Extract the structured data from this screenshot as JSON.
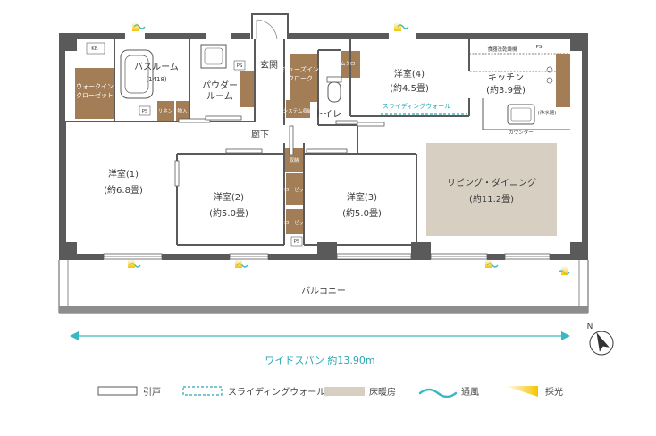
{
  "rooms": {
    "bathroom": {
      "name": "バスルーム",
      "size": "(1418)"
    },
    "powder": {
      "line1": "パウダー",
      "line2": "ルーム"
    },
    "walkin": {
      "line1": "ウォークイン",
      "line2": "クローゼット"
    },
    "entrance": {
      "name": "玄関"
    },
    "shoes": {
      "line1": "シューズイン",
      "line2": "クローク"
    },
    "toilet": {
      "name": "トイレ"
    },
    "corridor": {
      "name": "廊下"
    },
    "room1": {
      "name": "洋室(1)",
      "size": "(約6.8畳)"
    },
    "room2": {
      "name": "洋室(2)",
      "size": "(約5.0畳)"
    },
    "room3": {
      "name": "洋室(3)",
      "size": "(約5.0畳)"
    },
    "room4": {
      "name": "洋室(4)",
      "size": "(約4.5畳)"
    },
    "kitchen": {
      "name": "キッチン",
      "size": "(約3.9畳)"
    },
    "living": {
      "name": "リビング・ダイニング",
      "size": "(約11.2畳)"
    },
    "balcony": {
      "name": "バルコニー"
    }
  },
  "fixtures": {
    "kb": "KB",
    "ps": "PS",
    "linen": "リネン",
    "system_closet": "システムクローゼット",
    "system_storage": "システム収納",
    "system_storage_short": "収納",
    "closet": "クローゼット",
    "dishwasher": "食器洗乾燥機",
    "water_purifier": "(浄水器)",
    "counter": "カウンター",
    "sliding_wall": "スライディングウォール",
    "utility": "物入"
  },
  "span": {
    "label": "ワイドスパン 約13.90m"
  },
  "compass": {
    "north": "N"
  },
  "legend": [
    {
      "icon": "sliding-door",
      "label": "引戸"
    },
    {
      "icon": "sliding-wall",
      "label": "スライディングウォール"
    },
    {
      "icon": "floor-heating",
      "label": "床暖房"
    },
    {
      "icon": "ventilation",
      "label": "通風"
    },
    {
      "icon": "daylight",
      "label": "採光"
    }
  ],
  "colors": {
    "wall": "#5a5a5a",
    "floor_heating": "#d8cfc3",
    "storage": "#a27d56",
    "sliding_wall": "#2aa7b2",
    "ventilation": "#3bb8c3",
    "daylight": "#f5c400"
  }
}
